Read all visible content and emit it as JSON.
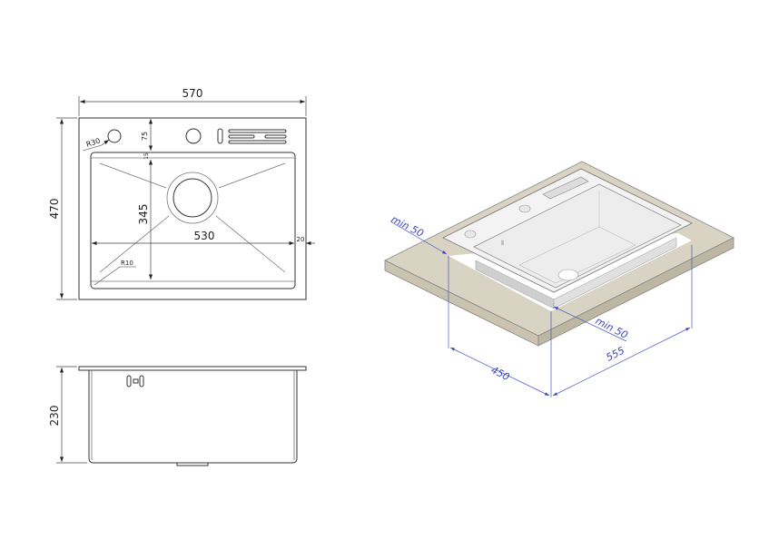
{
  "top_view": {
    "width_label": "570",
    "height_label": "470",
    "bowl_width_label": "530",
    "bowl_depth_label": "345",
    "hole_offset_label": "75",
    "rim_label": "15",
    "side_margin_label": "20",
    "hole_radius_label": "R30",
    "corner_radius_label": "R10"
  },
  "side_view": {
    "depth_label": "230"
  },
  "iso_view": {
    "min_left_label": "min 50",
    "min_right_label": "min 50",
    "cutout_depth_label": "450",
    "cutout_width_label": "555"
  },
  "colors": {
    "countertop": "#d8d3c3",
    "dimension_blue": "#3b47c0"
  }
}
